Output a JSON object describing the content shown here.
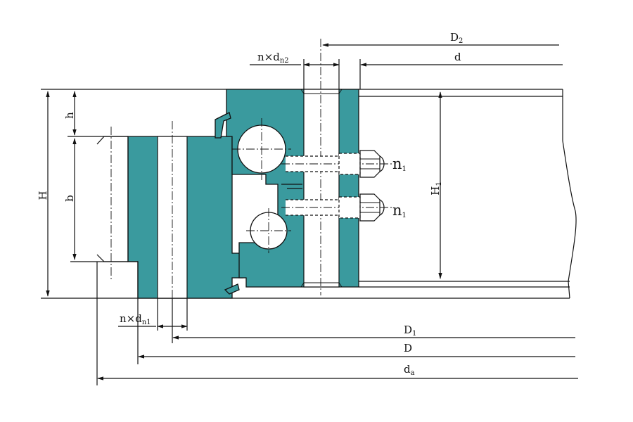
{
  "labels": {
    "H": "H",
    "h": "h",
    "b": "b",
    "H1_main": "H",
    "H1_sub": "1",
    "D2_main": "D",
    "D2_sub": "2",
    "d": "d",
    "n_dn2_main": "n×d",
    "n_dn2_sub": "n2",
    "n_dn1_main": "n×d",
    "n_dn1_sub": "n1",
    "D1_main": "D",
    "D1_sub": "1",
    "D": "D",
    "da_main": "d",
    "da_sub": "a",
    "n1_upper_main": "n",
    "n1_upper_sub": "1",
    "n1_lower_main": "n",
    "n1_lower_sub": "1"
  },
  "colors": {
    "ring_fill": "#3a9a9e",
    "line": "#111111"
  }
}
